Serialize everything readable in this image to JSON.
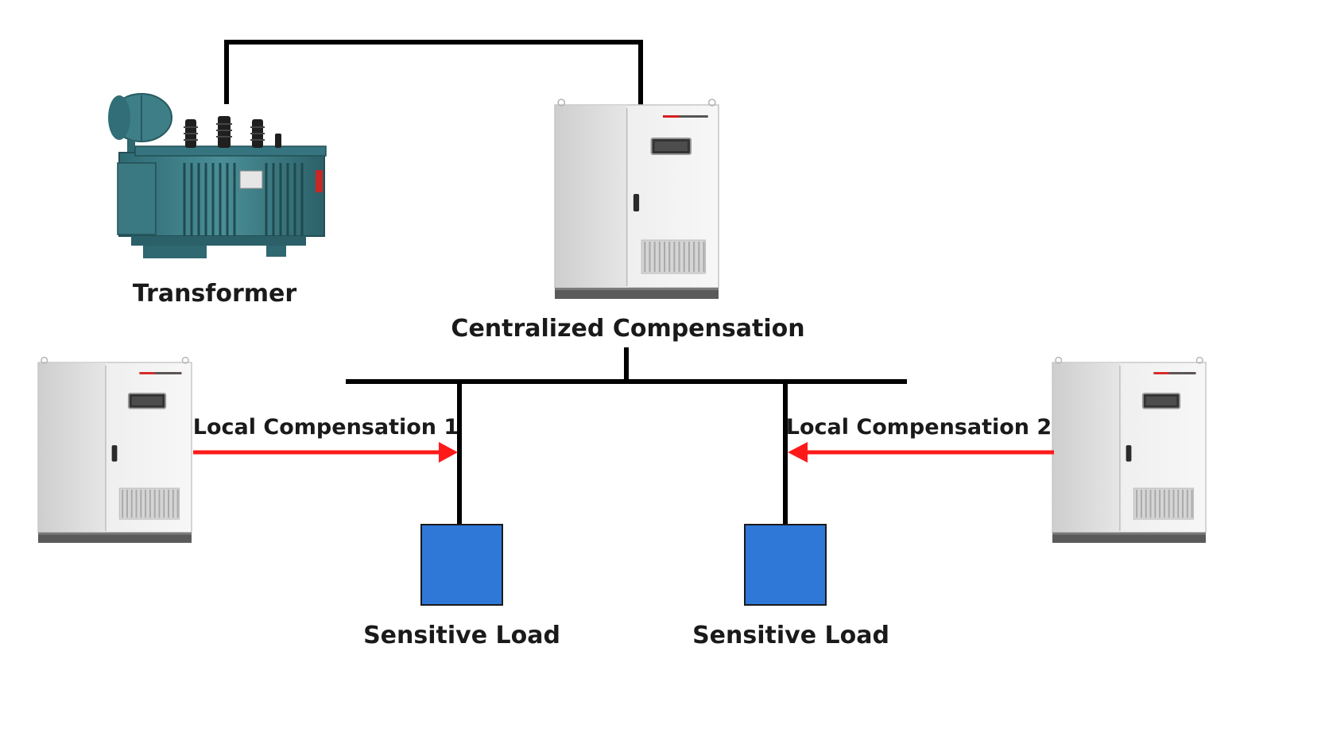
{
  "labels": {
    "transformer": "Transformer",
    "centralized": "Centralized Compensation",
    "local_1": "Local Compensation  1",
    "local_2": "Local Compensation 2",
    "load_1": "Sensitive Load",
    "load_2": "Sensitive Load"
  },
  "colors": {
    "line": "#000000",
    "arrow": "#ff1a1a",
    "load": "#2f78d8",
    "transformer": "#3f7d86",
    "cabinet": "#f1f1f1",
    "cabinet_base": "#5a5a5a"
  }
}
